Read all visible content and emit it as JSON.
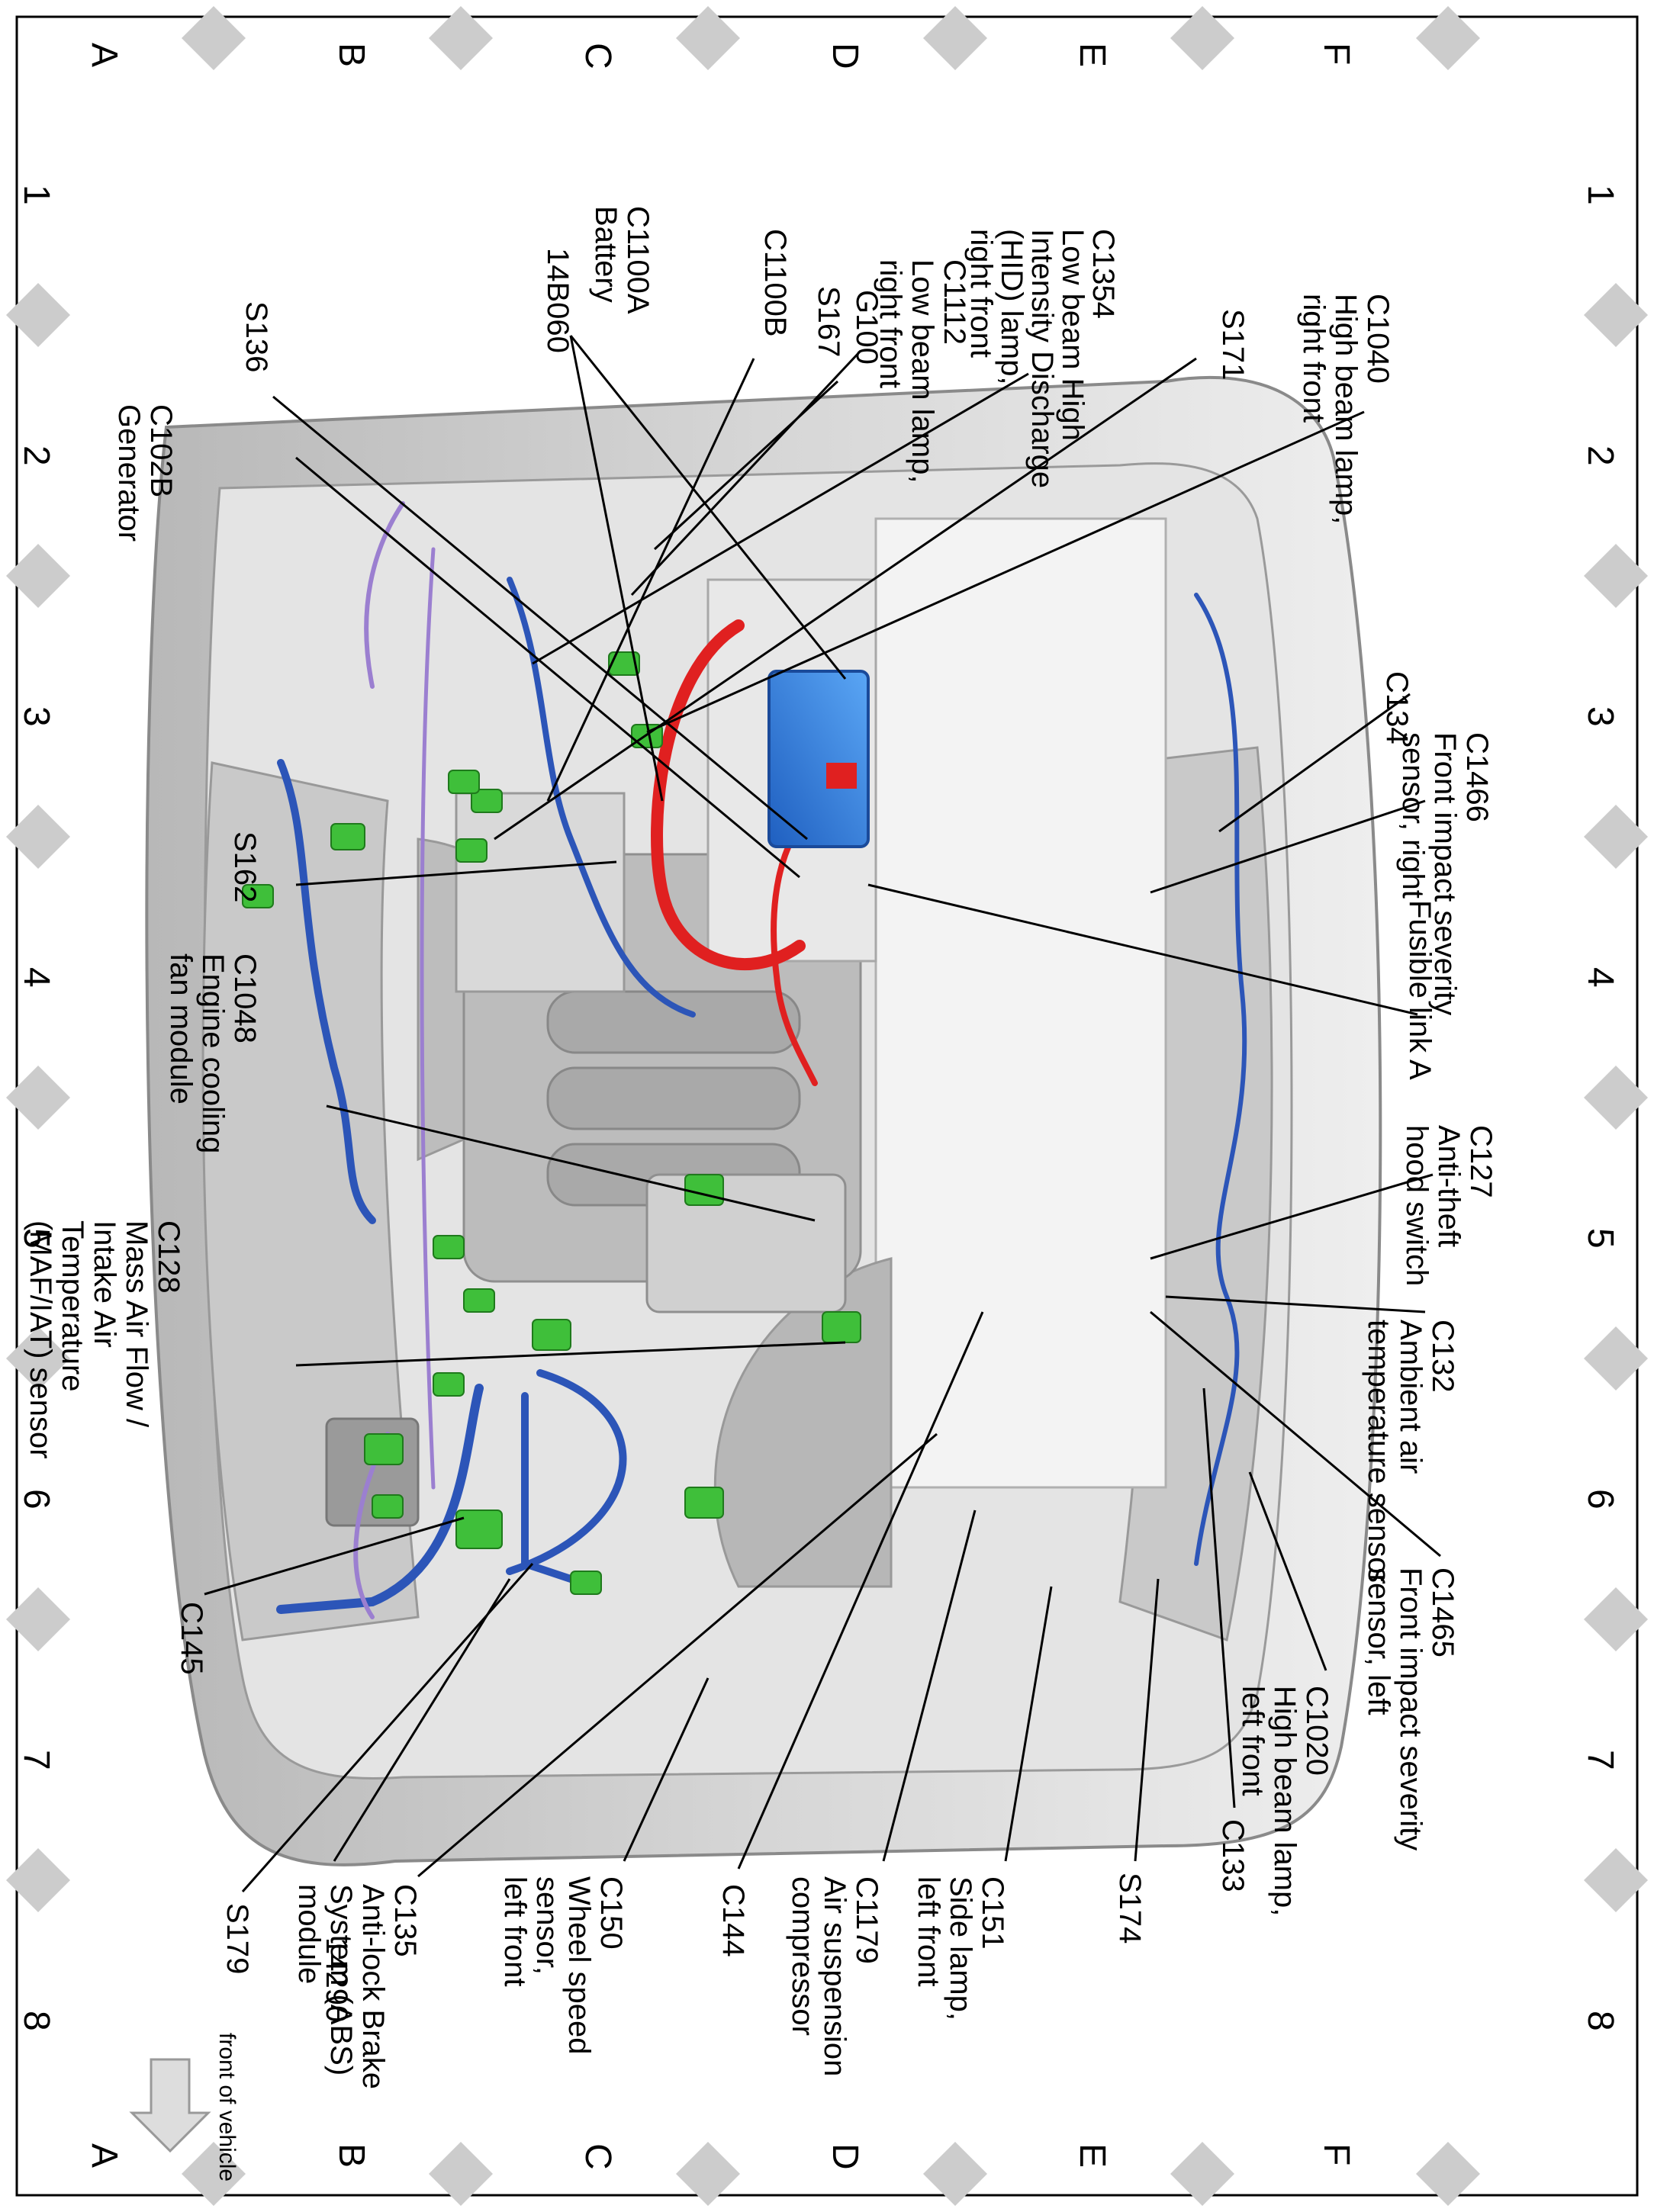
{
  "grid": {
    "columns": [
      "1",
      "2",
      "3",
      "4",
      "5",
      "6",
      "7",
      "8"
    ],
    "rows": [
      "A",
      "B",
      "C",
      "D",
      "E",
      "F"
    ]
  },
  "front_of_vehicle": "front of vehicle",
  "callouts": {
    "c1040": [
      "C1040",
      "High beam lamp,",
      "right front"
    ],
    "s171": [
      "S171"
    ],
    "c1354": [
      "C1354",
      "Low beam High",
      "Intensity Discharge",
      "(HID) lamp,",
      "right front"
    ],
    "c1112": [
      "C1112",
      "Low beam lamp,",
      "right front"
    ],
    "g100": [
      "G100"
    ],
    "c1100b": [
      "C1100B"
    ],
    "s167": [
      "S167"
    ],
    "c1100a": [
      "C1100A",
      "Battery"
    ],
    "b14b060": [
      "14B060"
    ],
    "s136": [
      "S136"
    ],
    "c102b": [
      "C102B",
      "Generator"
    ],
    "s162": [
      "S162"
    ],
    "c1048": [
      "C1048",
      "Engine cooling",
      "fan module"
    ],
    "c128": [
      "C128",
      "Mass Air Flow /",
      "Intake Air",
      "Temperature",
      "(MAF/IAT) sensor"
    ],
    "c145": [
      "C145"
    ],
    "s179": [
      "S179"
    ],
    "n14290": [
      "14290"
    ],
    "c135": [
      "C135",
      "Anti-lock Brake",
      "System (ABS)",
      "module"
    ],
    "c150": [
      "C150",
      "Wheel speed",
      "sensor,",
      "left front"
    ],
    "c144": [
      "C144"
    ],
    "c1179": [
      "C1179",
      "Air suspension",
      "compressor"
    ],
    "c151": [
      "C151",
      "Side lamp,",
      "left front"
    ],
    "s174": [
      "S174"
    ],
    "c133": [
      "C133"
    ],
    "c1020": [
      "C1020",
      "High beam lamp,",
      "left front"
    ],
    "c1465": [
      "C1465",
      "Front impact severity",
      "sensor, left"
    ],
    "c132": [
      "C132",
      "Ambient air",
      "temperature sensor"
    ],
    "c127": [
      "C127",
      "Anti-theft",
      "hood switch"
    ],
    "fusible": [
      "Fusible link A"
    ],
    "c1466": [
      "C1466",
      "Front impact severity",
      "sensor, right"
    ],
    "c134": [
      "C134"
    ]
  },
  "colors": {
    "harness_blue": "#2c55b8",
    "harness_red": "#e02020",
    "harness_pink": "#ee3fe3",
    "harness_purple": "#9b7fd0",
    "connector_green": "#3fbf3a",
    "battery_blue": "#2f7fe0",
    "body_gray": "#cfcfcf",
    "diamond_gray": "#cccccc"
  }
}
